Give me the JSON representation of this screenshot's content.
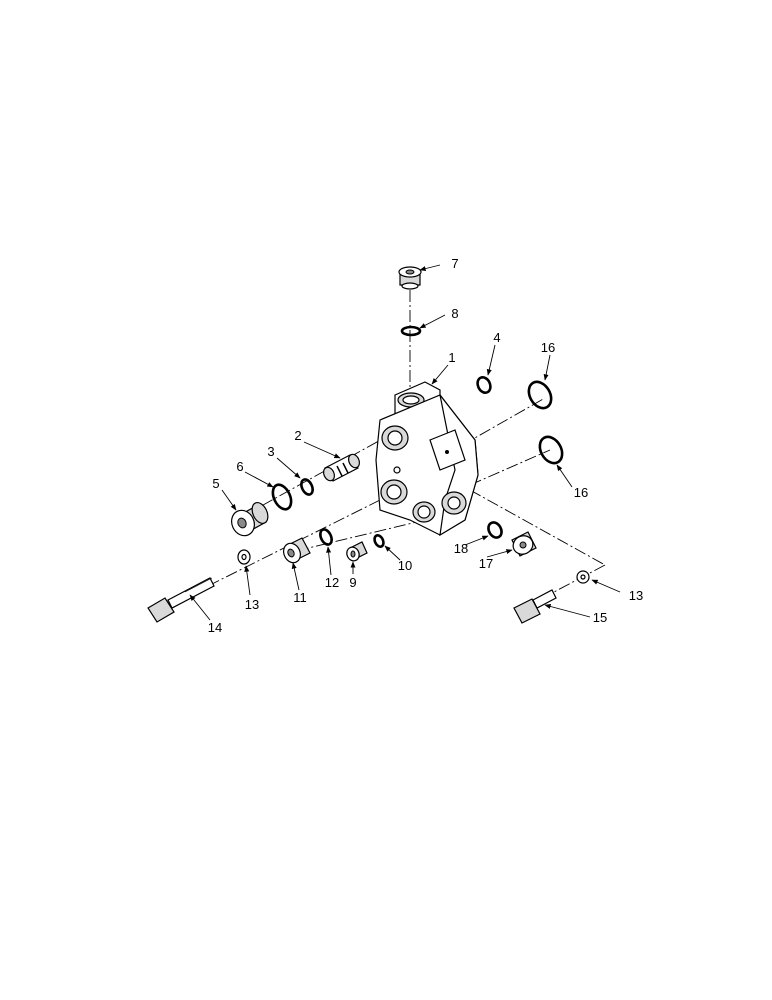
{
  "callouts": [
    {
      "id": "1",
      "label": "1"
    },
    {
      "id": "2",
      "label": "2"
    },
    {
      "id": "3",
      "label": "3"
    },
    {
      "id": "4",
      "label": "4"
    },
    {
      "id": "5",
      "label": "5"
    },
    {
      "id": "6",
      "label": "6"
    },
    {
      "id": "7",
      "label": "7"
    },
    {
      "id": "8",
      "label": "8"
    },
    {
      "id": "9",
      "label": "9"
    },
    {
      "id": "10",
      "label": "10"
    },
    {
      "id": "11",
      "label": "11"
    },
    {
      "id": "12",
      "label": "12"
    },
    {
      "id": "13a",
      "label": "13"
    },
    {
      "id": "13b",
      "label": "13"
    },
    {
      "id": "14",
      "label": "14"
    },
    {
      "id": "15",
      "label": "15"
    },
    {
      "id": "16a",
      "label": "16"
    },
    {
      "id": "16b",
      "label": "16"
    },
    {
      "id": "17",
      "label": "17"
    },
    {
      "id": "18",
      "label": "18"
    }
  ]
}
